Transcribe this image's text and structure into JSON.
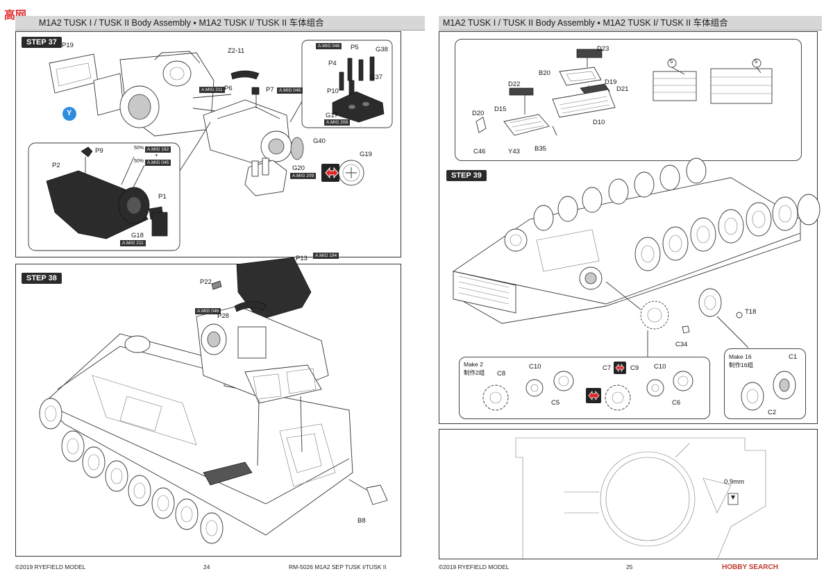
{
  "left": {
    "header": "M1A2 TUSK I / TUSK II  Body Assembly ▪ M1A2 TUSK I/ TUSK II  车体组合",
    "step37": {
      "title": "STEP 37",
      "labels": {
        "p19": "P19",
        "z211": "Z2-11",
        "p5": "P5",
        "g38": "G38",
        "p4": "P4",
        "g37": "G37",
        "p10": "P10",
        "g17": "G17",
        "p6": "P6",
        "p7": "P7",
        "g40": "G40",
        "g20": "G20",
        "g19": "G19",
        "y": "Y",
        "p9": "P9",
        "p2": "P2",
        "p1": "P1",
        "g18": "G18",
        "pct50a": "50%",
        "pct50b": "50%",
        "plus": "+"
      },
      "paint": {
        "mig211a": "A.MIG 211",
        "mig046a": "A.MIG 046",
        "mig046b": "A.MIG 046",
        "mig208": "A.MIG 208",
        "mig209": "A.MIG 209",
        "mig192": "A.MIG 192",
        "mig045": "A.MIG 045",
        "mig211b": "A.MIG 211"
      }
    },
    "step38": {
      "title": "STEP 38",
      "labels": {
        "p13": "P13",
        "p22": "P22",
        "p28": "P28",
        "b8": "B8"
      },
      "paint": {
        "mig194": "A.MIG 194",
        "mig046": "A.MIG 046"
      }
    },
    "footer": {
      "copyright": "©2019 RYEFIELD MODEL",
      "page": "24",
      "product": "RM-5026 M1A2 SEP TUSK I/TUSK II"
    }
  },
  "right": {
    "header": "M1A2 TUSK I / TUSK II  Body Assembly ▪ M1A2 TUSK I/ TUSK II  车体组合",
    "top_inset": {
      "labels": {
        "d23": "D23",
        "b20": "B20",
        "d22": "D22",
        "d19": "D19",
        "d21": "D21",
        "d20": "D20",
        "d15": "D15",
        "d10": "D10",
        "c46": "C46",
        "y43": "Y43",
        "b35": "B35",
        "n5a": "5",
        "n5b": "5"
      }
    },
    "step39": {
      "title": "STEP 39",
      "labels": {
        "t18": "T18",
        "c34": "C34"
      },
      "make2": {
        "title": "Make 2",
        "subtitle": "制作2组",
        "c8": "C8",
        "c10a": "C10",
        "c5": "C5",
        "c7": "C7",
        "c9": "C9",
        "c10b": "C10",
        "c6": "C6"
      },
      "make16": {
        "title": "Make 16",
        "subtitle": "制作16组",
        "c1": "C1",
        "c2": "C2"
      }
    },
    "template": {
      "thickness": "0.9mm"
    },
    "footer": {
      "copyright": "©2019 RYEFIELD MODEL",
      "page": "25",
      "watermark": "HOBBY SEARCH"
    }
  },
  "watermark_logo": "高网"
}
